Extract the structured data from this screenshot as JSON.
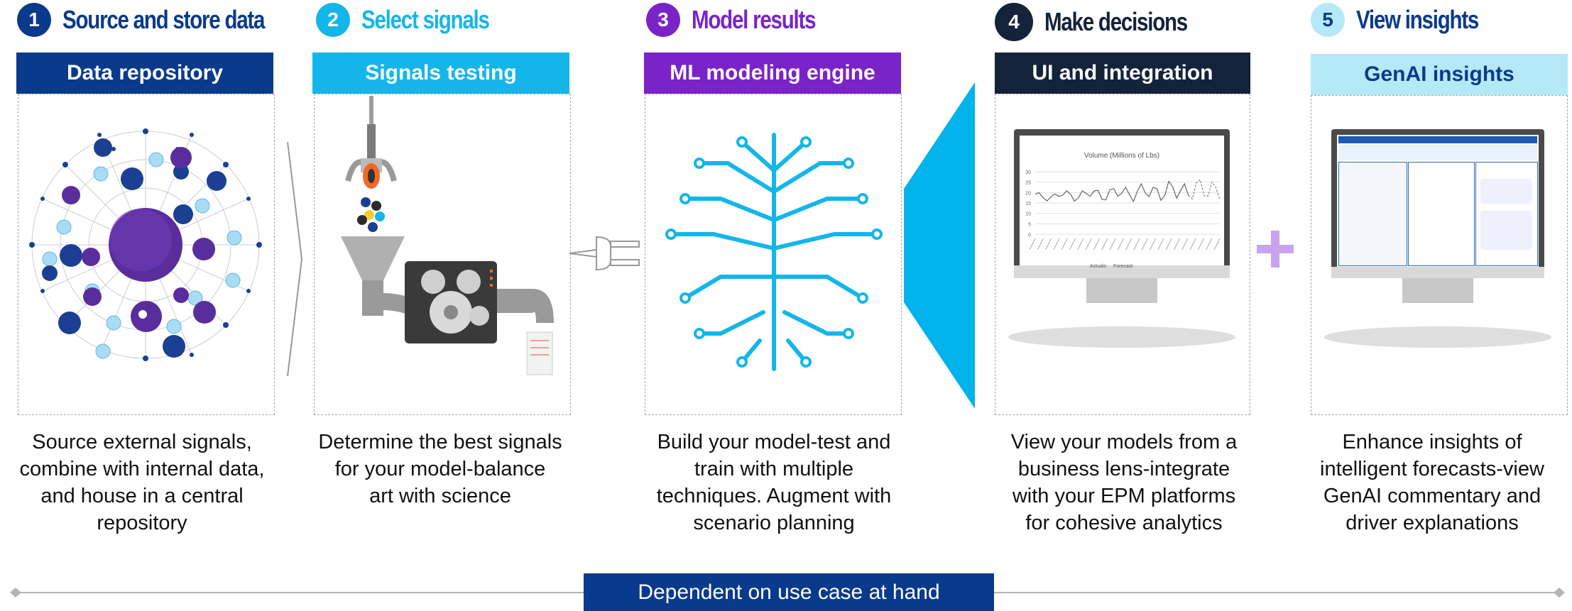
{
  "colors": {
    "navy": "#0a3a8c",
    "cyan": "#14b6ea",
    "purple": "#7a23c9",
    "dark": "#14233a",
    "lightblue": "#b5e9f8"
  },
  "steps": [
    {
      "number": "1",
      "title": "Source and store data",
      "bar": "Data repository",
      "desc": [
        "Source external signals,",
        "combine with internal data,",
        "and house in a central",
        "repository"
      ]
    },
    {
      "number": "2",
      "title": "Select signals",
      "bar": "Signals testing",
      "desc": [
        "Determine the best signals",
        "for your model-balance",
        "art with science"
      ]
    },
    {
      "number": "3",
      "title": "Model results",
      "bar": "ML modeling engine",
      "desc": [
        "Build your model-test and",
        "train with multiple",
        "techniques. Augment with",
        "scenario planning"
      ]
    },
    {
      "number": "4",
      "title": "Make decisions",
      "bar": "UI and integration",
      "desc": [
        "View your models from a",
        "business lens-integrate",
        "with your EPM platforms",
        "for cohesive analytics"
      ]
    },
    {
      "number": "5",
      "title": "View insights",
      "bar": "GenAI insights",
      "desc": [
        "Enhance insights of",
        "intelligent forecasts-view",
        "GenAI commentary and",
        "driver explanations"
      ]
    }
  ],
  "chart": {
    "title": "Volume (Millions of Lbs)",
    "y_ticks": [
      "0",
      "5",
      "10",
      "15",
      "20",
      "25",
      "30"
    ],
    "legend": [
      "Actuals",
      "Forecast"
    ]
  },
  "footer": {
    "label": "Dependent on use case at hand"
  }
}
